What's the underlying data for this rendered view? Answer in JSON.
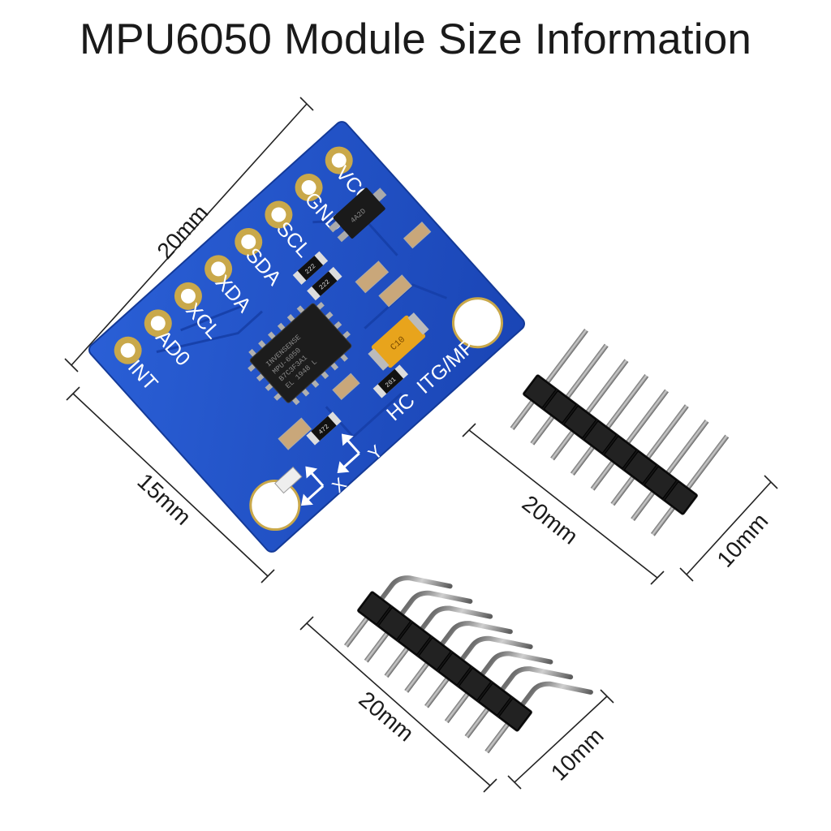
{
  "title": "MPU6050 Module Size Information",
  "dimensions": {
    "board_width": "20mm",
    "board_height": "15mm",
    "straight_header_length": "20mm",
    "straight_header_height": "10mm",
    "bent_header_length": "20mm",
    "bent_header_height": "10mm"
  },
  "board": {
    "pin_labels": [
      "VCC",
      "GND",
      "SCL",
      "SDA",
      "XDA",
      "XCL",
      "AD0",
      "INT"
    ],
    "brand_label": "ITG/MPU",
    "maker_label": "HC",
    "axis_x": "X",
    "axis_y": "Y",
    "chip_lines": [
      "INVENSENSE",
      "MPU-6050",
      "B7C3F3A1",
      "EL 1948 L"
    ],
    "regulator_code": "4A2D",
    "resistor_codes": [
      "222",
      "222",
      "472",
      "201"
    ],
    "capacitor_label": "C10"
  },
  "colors": {
    "board": "#1f4fc4",
    "pin_body": "#141414",
    "pin_metal": "#9a9a9a"
  },
  "straight_header": {
    "pin_count": 8
  },
  "bent_header": {
    "pin_count": 8
  }
}
